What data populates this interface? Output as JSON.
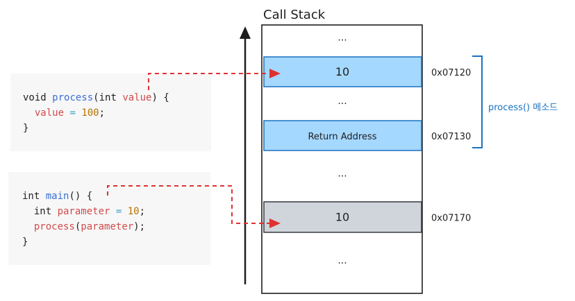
{
  "code_snippets": {
    "process": [
      [
        {
          "t": "void ",
          "k": "kw"
        },
        {
          "t": "process",
          "k": "fn"
        },
        {
          "t": "(",
          "k": "pun"
        },
        {
          "t": "int ",
          "k": "kw"
        },
        {
          "t": "value",
          "k": "var"
        },
        {
          "t": ") {",
          "k": "pun"
        }
      ],
      [
        {
          "t": "  ",
          "k": "pun"
        },
        {
          "t": "value",
          "k": "var"
        },
        {
          "t": " = ",
          "k": "op"
        },
        {
          "t": "100",
          "k": "num"
        },
        {
          "t": ";",
          "k": "pun"
        }
      ],
      [
        {
          "t": "}",
          "k": "pun"
        }
      ]
    ],
    "main": [
      [
        {
          "t": "int ",
          "k": "kw"
        },
        {
          "t": "main",
          "k": "fn"
        },
        {
          "t": "() {",
          "k": "pun"
        }
      ],
      [
        {
          "t": "  int ",
          "k": "kw"
        },
        {
          "t": "parameter",
          "k": "var"
        },
        {
          "t": " = ",
          "k": "op"
        },
        {
          "t": "10",
          "k": "num"
        },
        {
          "t": ";",
          "k": "pun"
        }
      ],
      [
        {
          "t": "  ",
          "k": "pun"
        },
        {
          "t": "process",
          "k": "var"
        },
        {
          "t": "(",
          "k": "pun"
        },
        {
          "t": "parameter",
          "k": "var"
        },
        {
          "t": ");",
          "k": "pun"
        }
      ],
      [
        {
          "t": "}",
          "k": "pun"
        }
      ]
    ]
  },
  "call_stack": {
    "title": "Call Stack",
    "cells": [
      {
        "label": "...",
        "style": "empty",
        "address": ""
      },
      {
        "label": "10",
        "style": "blue",
        "address": "0x07120"
      },
      {
        "label": "...",
        "style": "empty",
        "address": ""
      },
      {
        "label": "Return Address",
        "style": "blue",
        "address": "0x07130"
      },
      {
        "label": "...",
        "style": "empty",
        "address": ""
      },
      {
        "label": "10",
        "style": "gray",
        "address": "0x07170"
      },
      {
        "label": "...",
        "style": "empty",
        "address": ""
      }
    ]
  },
  "bracket_label": "process() 메소드",
  "colors": {
    "blue_fill": "#a5d8ff",
    "blue_stroke": "#1971c2",
    "gray_fill": "#d0d5db",
    "gray_stroke": "#343a40",
    "arrow_red": "#e03131",
    "label_blue": "#1971c2"
  }
}
